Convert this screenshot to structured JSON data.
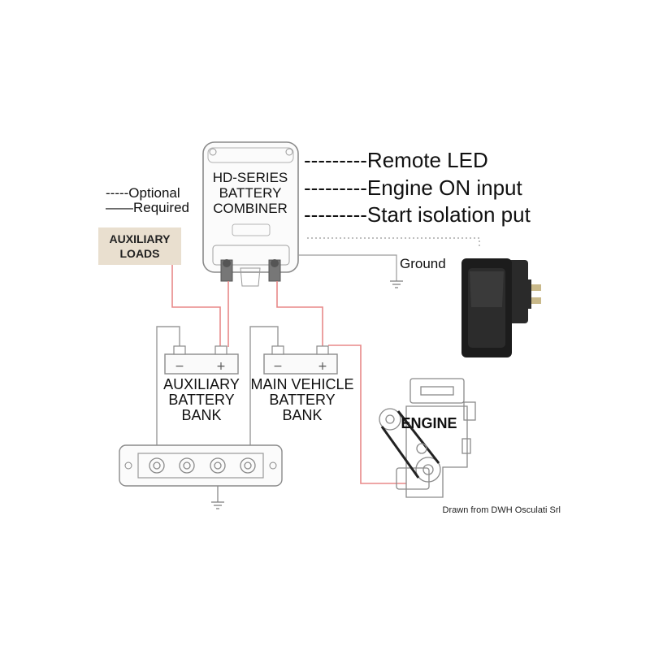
{
  "combiner": {
    "line1": "HD-SERIES",
    "line2": "BATTERY",
    "line3": "COMBINER"
  },
  "outputs": {
    "remote_led": "---------Remote LED",
    "engine_on": "---------Engine ON input",
    "start_isolation": "---------Start isolation put"
  },
  "legend": {
    "optional": "-----Optional",
    "required": "——Required"
  },
  "aux_loads": {
    "line1": "AUXILIARY",
    "line2": "LOADS"
  },
  "ground_label": "Ground",
  "aux_battery": {
    "line1": "AUXILIARY",
    "line2": "BATTERY",
    "line3": "BANK"
  },
  "main_battery": {
    "line1": "MAIN VEHICLE",
    "line2": "BATTERY",
    "line3": "BANK"
  },
  "engine_label": "ENGINE",
  "credit": "Drawn from DWH Osculati Srl",
  "colors": {
    "wire_red": "#e88888",
    "outline_grey": "#8a8a8a",
    "loads_bg": "#e9dfcf",
    "switch_body": "#1c1c1c"
  }
}
